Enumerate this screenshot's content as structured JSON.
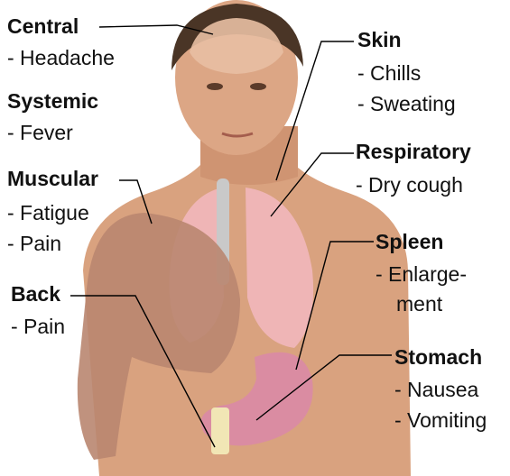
{
  "colors": {
    "skin": "#d9a27f",
    "skin_shadow": "#b77b58",
    "hair": "#4a3526",
    "brain": "#e8bfa3",
    "lungs": "#f2b8c0",
    "muscle": "#b98670",
    "stomach": "#d98aa6",
    "trachea": "#c9c9c9",
    "spine": "#f1e6b5",
    "leader_line": "#000000",
    "text": "#111111"
  },
  "groups": [
    {
      "id": "central",
      "title": "Central",
      "items": [
        "- Headache"
      ]
    },
    {
      "id": "systemic",
      "title": "Systemic",
      "items": [
        "- Fever"
      ]
    },
    {
      "id": "muscular",
      "title": "Muscular",
      "items": [
        "- Fatigue",
        "- Pain"
      ]
    },
    {
      "id": "back",
      "title": "Back",
      "items": [
        "- Pain"
      ]
    },
    {
      "id": "skin",
      "title": "Skin",
      "items": [
        "- Chills",
        "- Sweating"
      ]
    },
    {
      "id": "respiratory",
      "title": "Respiratory",
      "items": [
        "- Dry cough"
      ]
    },
    {
      "id": "spleen",
      "title": "Spleen",
      "items": [
        "- Enlarge-",
        "ment"
      ]
    },
    {
      "id": "stomach",
      "title": "Stomach",
      "items": [
        "- Nausea",
        "- Vomiting"
      ]
    }
  ]
}
